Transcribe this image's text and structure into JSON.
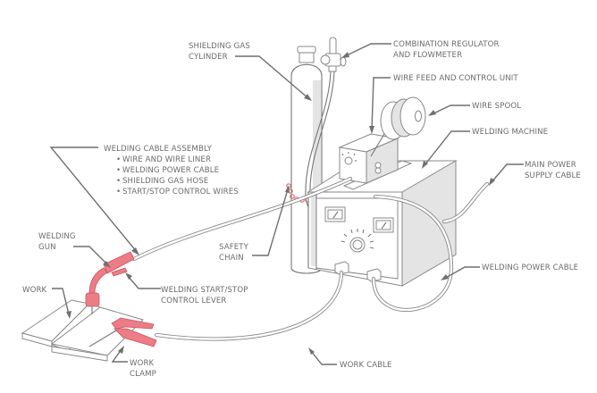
{
  "diagram": {
    "title": "Gas Metal Arc Welding (MIG) Equipment Setup",
    "colors": {
      "line": "#777777",
      "label_text": "#6b6b6b",
      "highlight_red": "#ec7c85",
      "panel_shading": "#e4e4e4",
      "background": "#ffffff"
    },
    "labels": {
      "shielding_gas_cylinder": [
        "SHIELDING GAS",
        "CYLINDER"
      ],
      "combination_regulator": [
        "COMBINATION REGULATOR",
        "AND FLOWMETER"
      ],
      "wire_feed_unit": "WIRE FEED AND CONTROL UNIT",
      "wire_spool": "WIRE SPOOL",
      "welding_machine": "WELDING MACHINE",
      "main_power_supply_cable": [
        "MAIN POWER",
        "SUPPLY CABLE"
      ],
      "welding_cable_assembly": {
        "title": "WELDING CABLE ASSEMBLY",
        "items": [
          "WIRE AND WIRE LINER",
          "WELDING POWER CABLE",
          "SHIELDING GAS HOSE",
          "START/STOP CONTROL WIRES"
        ],
        "bullet": "•"
      },
      "welding_gun": [
        "WELDING",
        "GUN"
      ],
      "safety_chain": [
        "SAFETY",
        "CHAIN"
      ],
      "work": "WORK",
      "welding_start_stop_lever": [
        "WELDING START/STOP",
        "CONTROL LEVER"
      ],
      "welding_power_cable": "WELDING POWER CABLE",
      "work_clamp": [
        "WORK",
        "CLAMP"
      ],
      "work_cable": "WORK CABLE"
    }
  }
}
